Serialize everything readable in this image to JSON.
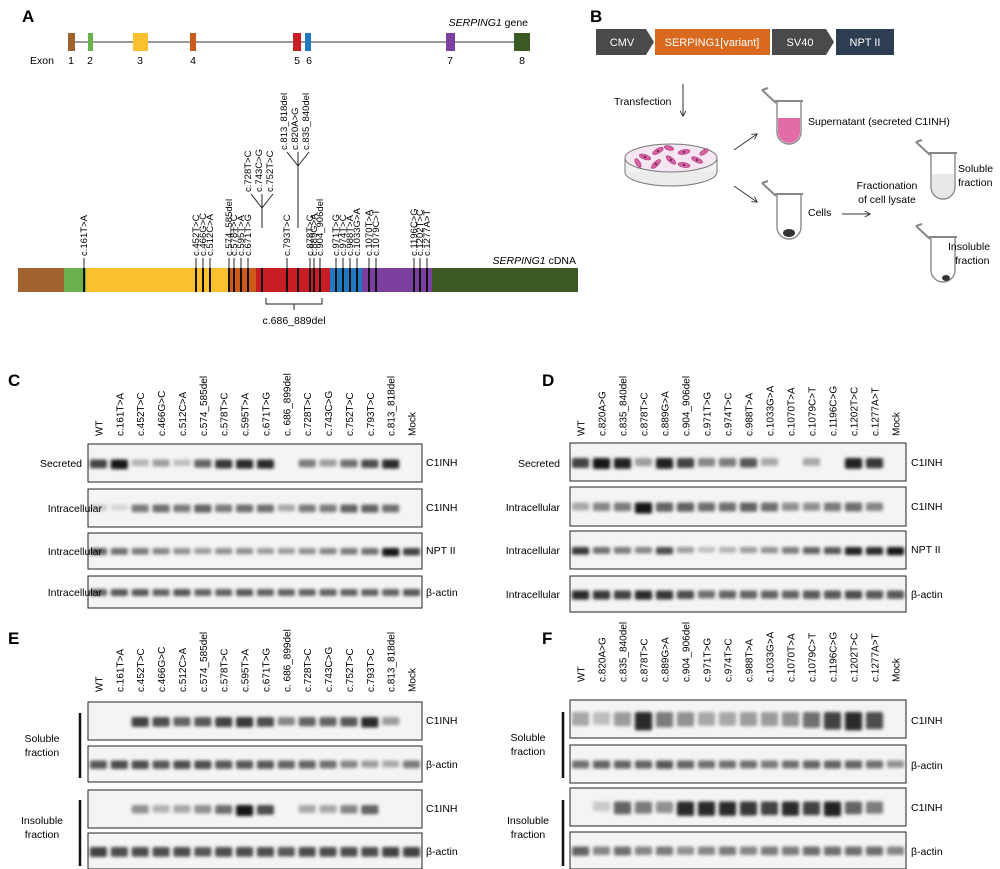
{
  "panels": {
    "A": "A",
    "B": "B",
    "C": "C",
    "D": "D",
    "E": "E",
    "F": "F"
  },
  "panel_a": {
    "gene_label": "SERPING1",
    "gene_suffix": " gene",
    "exon_label": "Exon",
    "exon_numbers": [
      "1",
      "2",
      "3",
      "4",
      "5",
      "6",
      "7",
      "8"
    ],
    "exon_colors": [
      "#a0622d",
      "#6ab04c",
      "#fbc02d",
      "#cc5a1a",
      "#c81d25",
      "#1f78c1",
      "#7b3fa0",
      "#3b5a23"
    ],
    "cdna_label": "SERPING1",
    "cdna_suffix": " cDNA",
    "variants_single": [
      "c.161T>A",
      "c.452T>C",
      "c.466G>C",
      "c.512C>A",
      "c.574_585del",
      "c.578T>C",
      "c.595T>A",
      "c.671T>G",
      "c.793T>C",
      "c.878T>C",
      "c.889G>A",
      "c.904_906del",
      "c.971T>G",
      "c.974T>C",
      "c.988T>A",
      "c.1033G>A",
      "c.1070T>A",
      "c.1079C>T",
      "c.1196C>G",
      "c.1202T>C",
      "c.1277A>T"
    ],
    "group_728": [
      "c.728T>C",
      "c.743C>G",
      "c.752T>C"
    ],
    "group_813": [
      "c.813_818del",
      "c.820A>G",
      "c.835_840del"
    ],
    "deletion_label": "c.686_889del"
  },
  "panel_b": {
    "construct": [
      "CMV",
      "SERPING1[variant]",
      "SV40",
      "NPT II"
    ],
    "construct_colors": [
      "#4a4a4a",
      "#d9691e",
      "#4a4a4a",
      "#2f3d52"
    ],
    "transfection": "Transfection",
    "supernatant": "Supernatant (secreted C1INH)",
    "cells": "Cells",
    "fractionation_line1": "Fractionation",
    "fractionation_line2": "of cell lysate",
    "soluble_line1": "Soluble",
    "soluble_line2": "fraction",
    "insoluble_line1": "Insoluble",
    "insoluble_line2": "fraction"
  },
  "lanes_left": [
    "WT",
    "c.161T>A",
    "c.452T>C",
    "c.466G>C",
    "c.512C>A",
    "c.574_585del",
    "c.578T>C",
    "c.595T>A",
    "c.671T>G",
    "c. 686_899del",
    "c.728T>C",
    "c.743C>G",
    "c.752T>C",
    "c.793T>C",
    "c.813_818del",
    "Mock"
  ],
  "lanes_right": [
    "WT",
    "c.820A>G",
    "c.835_840del",
    "c.878T>C",
    "c.889G>A",
    "c.904_906del",
    "c.971T>G",
    "c.974T>C",
    "c.988T>A",
    "c.1033G>A",
    "c.1070T>A",
    "c.1079C>T",
    "c.1196C>G",
    "c.1202T>C",
    "c.1277A>T",
    "Mock"
  ],
  "blot_labels": {
    "secreted": "Secreted",
    "intracellular": "Intracellular",
    "c1inh": "C1INH",
    "npt": "NPT II",
    "actin": "β-actin",
    "soluble_line1": "Soluble",
    "soluble_line2": "fraction",
    "insoluble_line1": "Insoluble",
    "insoluble_line2": "fraction"
  }
}
